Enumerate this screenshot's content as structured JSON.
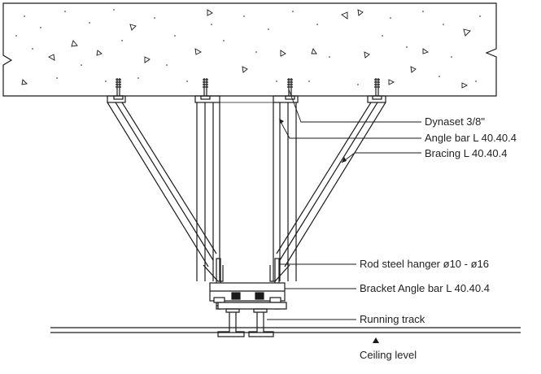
{
  "labels": {
    "dynaset": "Dynaset 3/8\"",
    "angle_bar": "Angle bar L 40.40.4",
    "bracing": "Bracing L 40.40.4",
    "rod_hanger": "Rod steel hanger ø10 - ø16",
    "bracket": "Bracket Angle bar L 40.40.4",
    "running_track": "Running track",
    "ceiling_level": "Ceiling level"
  },
  "colors": {
    "line": "#1a1a1a",
    "text": "#222222",
    "background": "#ffffff"
  }
}
